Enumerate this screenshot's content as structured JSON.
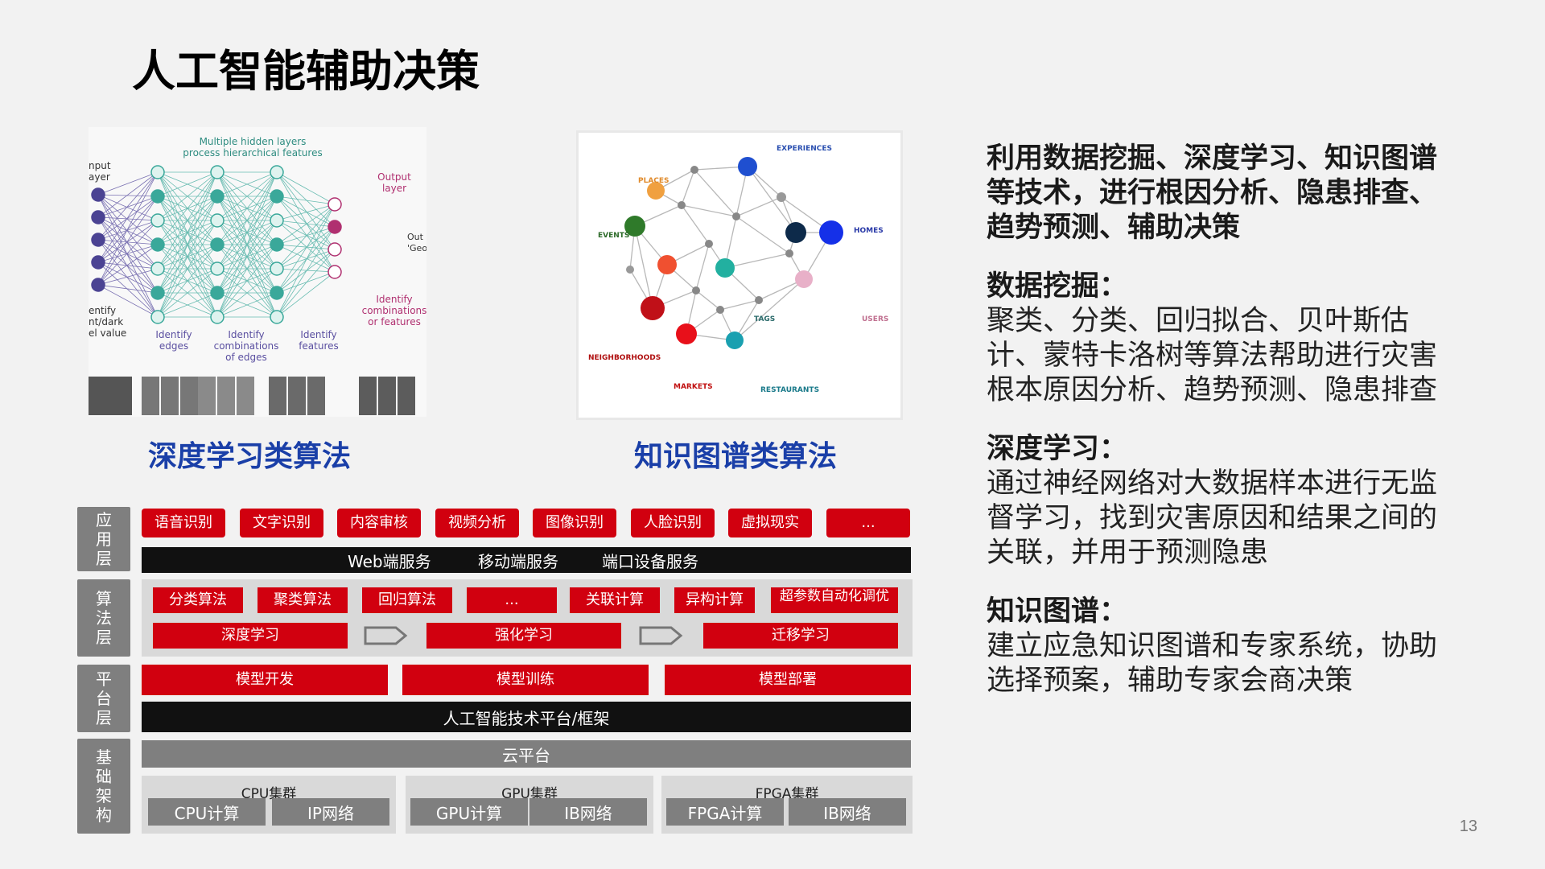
{
  "title": "人工智能辅助决策",
  "page_number": "13",
  "images": {
    "dl": {
      "caption": "深度学习类算法",
      "texts": {
        "hidden": "Multiple hidden layers",
        "hidden2": "process hierarchical features",
        "input": "nput",
        "input2": "ayer",
        "output": "Output",
        "output2": "layer",
        "out_right": "Out",
        "out_right2": "'Geo",
        "identify_comb_features": "Identify",
        "identify_comb_features2": "combinations",
        "identify_comb_features3": "or features",
        "left1": "entify",
        "left2": "nt/dark",
        "left3": "el value",
        "edges1": "Identify",
        "edges2": "edges",
        "comb1": "Identify",
        "comb2": "combinations",
        "comb3": "of edges",
        "feat1": "Identify",
        "feat2": "features"
      }
    },
    "kg": {
      "caption": "知识图谱类算法",
      "labels": {
        "experiences": "EXPERIENCES",
        "places": "PLACES",
        "events": "EVENTS",
        "homes": "HOMES",
        "tags": "TAGS",
        "users": "USERS",
        "neighborhoods": "NEIGHBORHOODS",
        "markets": "MARKETS",
        "restaurants": "RESTAURANTS"
      }
    }
  },
  "architecture": {
    "app_layer": {
      "label": [
        "应",
        "用",
        "层"
      ],
      "buttons": [
        "语音识别",
        "文字识别",
        "内容审核",
        "视频分析",
        "图像识别",
        "人脸识别",
        "虚拟现实",
        "..."
      ],
      "services": [
        "Web端服务",
        "移动端服务",
        "端口设备服务"
      ]
    },
    "algo_layer": {
      "label": [
        "算",
        "法",
        "层"
      ],
      "row1": [
        "分类算法",
        "聚类算法",
        "回归算法",
        "...",
        "关联计算",
        "异构计算",
        "超参数自动化调优"
      ],
      "row2": [
        "深度学习",
        "强化学习",
        "迁移学习"
      ]
    },
    "platform_layer": {
      "label": [
        "平",
        "台",
        "层"
      ],
      "buttons": [
        "模型开发",
        "模型训练",
        "模型部署"
      ],
      "bar": "人工智能技术平台/框架"
    },
    "infra_layer": {
      "label": [
        "基",
        "础",
        "架",
        "构"
      ],
      "cloud": "云平台",
      "clusters": [
        {
          "name": "CPU集群",
          "items": [
            "CPU计算",
            "IP网络"
          ]
        },
        {
          "name": "GPU集群",
          "items": [
            "GPU计算",
            "IB网络"
          ]
        },
        {
          "name": "FPGA集群",
          "items": [
            "FPGA计算",
            "IB网络"
          ]
        }
      ]
    }
  },
  "right_text": {
    "intro": "利用数据挖掘、深度学习、知识图谱等技术，进行根因分析、隐患排查、趋势预测、辅助决策",
    "sections": [
      {
        "heading": "数据挖掘：",
        "body": "聚类、分类、回归拟合、贝叶斯估计、蒙特卡洛树等算法帮助进行灾害根本原因分析、趋势预测、隐患排查"
      },
      {
        "heading": "深度学习：",
        "body": "通过神经网络对大数据样本进行无监督学习，找到灾害原因和结果之间的关联，并用于预测隐患"
      },
      {
        "heading": "知识图谱：",
        "body": "建立应急知识图谱和专家系统，协助选择预案，辅助专家会商决策"
      }
    ]
  },
  "colors": {
    "red": "#d1000f",
    "black": "#111111",
    "gray": "#7f7f7f",
    "caption_blue": "#1a3fa8"
  }
}
